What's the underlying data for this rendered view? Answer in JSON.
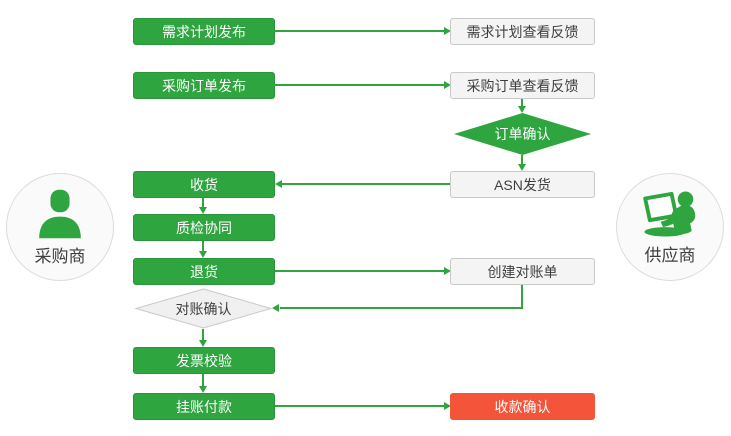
{
  "actors": {
    "buyer": {
      "label": "采购商",
      "icon": "buyer-person-icon"
    },
    "supplier": {
      "label": "供应商",
      "icon": "supplier-laptop-icon"
    }
  },
  "nodes": {
    "demand_plan_publish": "需求计划发布",
    "demand_plan_feedback": "需求计划查看反馈",
    "po_publish": "采购订单发布",
    "po_feedback": "采购订单查看反馈",
    "order_confirm": "订单确认",
    "receive_goods": "收货",
    "asn_ship": "ASN发货",
    "quality_check": "质检协同",
    "return_goods": "退货",
    "create_statement": "创建对账单",
    "statement_confirm": "对账确认",
    "invoice_verify": "发票校验",
    "payment_on_account": "挂账付款",
    "receipt_confirm": "收款确认"
  },
  "colors": {
    "green": "#2fa540",
    "green_border": "#29943a",
    "red": "#f4543a",
    "white_box_bg": "#f4f4f4",
    "white_box_border": "#c9c9c9",
    "diamond_bg": "#f0f0f0",
    "diamond_border": "#c9c9c9",
    "circle_bg": "#fafafa",
    "circle_border": "#dcdcdc",
    "text_dark": "#3f3f3f"
  }
}
